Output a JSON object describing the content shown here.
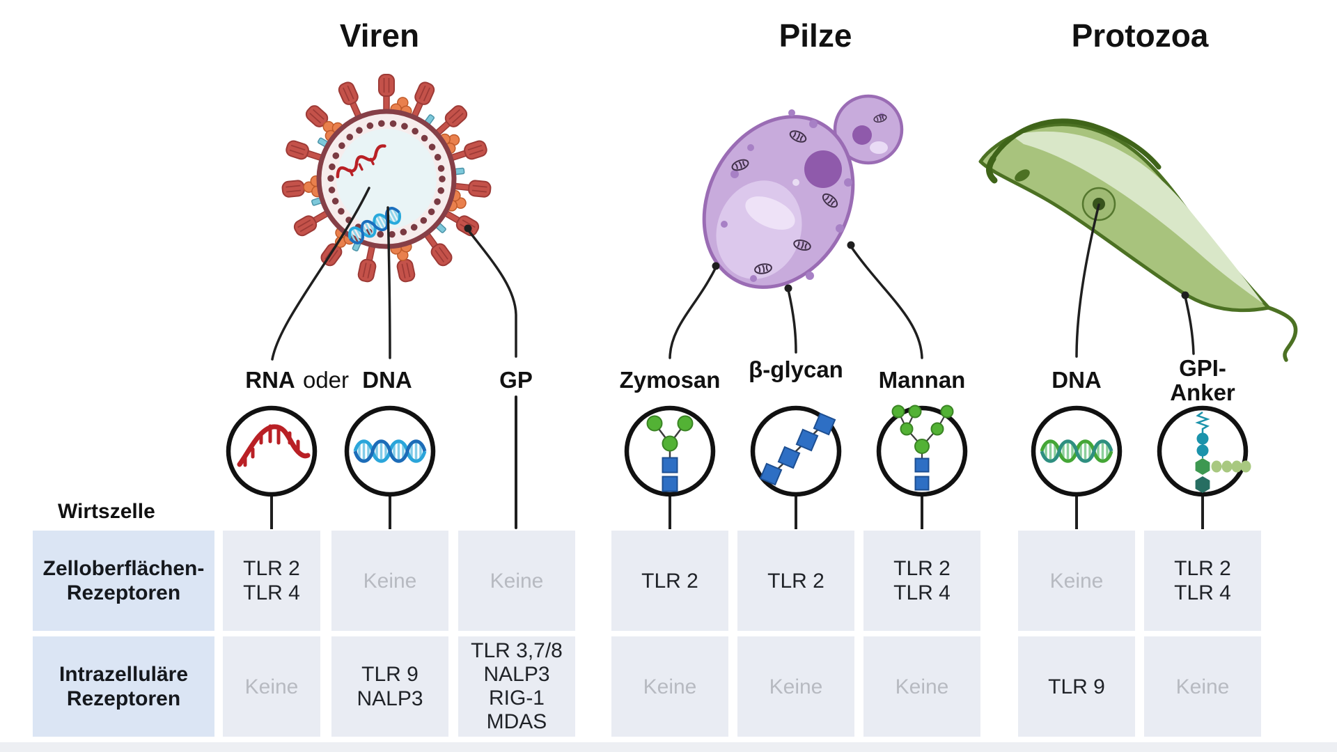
{
  "colors": {
    "header_cell": "#dbe5f4",
    "data_cell": "#e9ecf3",
    "keine_text": "#b7bac1",
    "bottom_strip": "#edeff3",
    "virus_red": "#c4524a",
    "yeast_purple": "#c8abdc",
    "protozoa_green": "#a8c37d",
    "rna_red": "#b92025",
    "dna_blue": "#2aa5da",
    "dna_green": "#44a636",
    "glycan_blue": "#2e6fc4",
    "glycan_green": "#53b235",
    "gpi_teal": "#1b93ab"
  },
  "pathogen_titles": {
    "viren": "Viren",
    "pilze": "Pilze",
    "protozoa": "Protozoa"
  },
  "pamp_labels": {
    "rna": "RNA",
    "oder": "oder",
    "dna_viral": "DNA",
    "gp": "GP",
    "zymosan": "Zymosan",
    "beta_glycan": "β-glycan",
    "mannan": "Mannan",
    "dna_protozoa": "DNA",
    "gpi_anchor": "GPI-\nAnker"
  },
  "host_cell_label": "Wirtszelle",
  "table": {
    "muted_value": "Keine",
    "row_headers": [
      "Zelloberflächen-\nRezeptoren",
      "Intrazelluläre\nRezeptoren"
    ],
    "rows": [
      [
        "TLR 2\nTLR 4",
        "Keine",
        "Keine",
        "TLR 2",
        "TLR 2",
        "TLR 2\nTLR 4",
        "Keine",
        "TLR 2\nTLR 4"
      ],
      [
        "Keine",
        "TLR 9\nNALP3",
        "TLR 3,7/8\nNALP3\nRIG-1\nMDAS",
        "Keine",
        "Keine",
        "Keine",
        "TLR 9",
        "Keine"
      ]
    ]
  }
}
